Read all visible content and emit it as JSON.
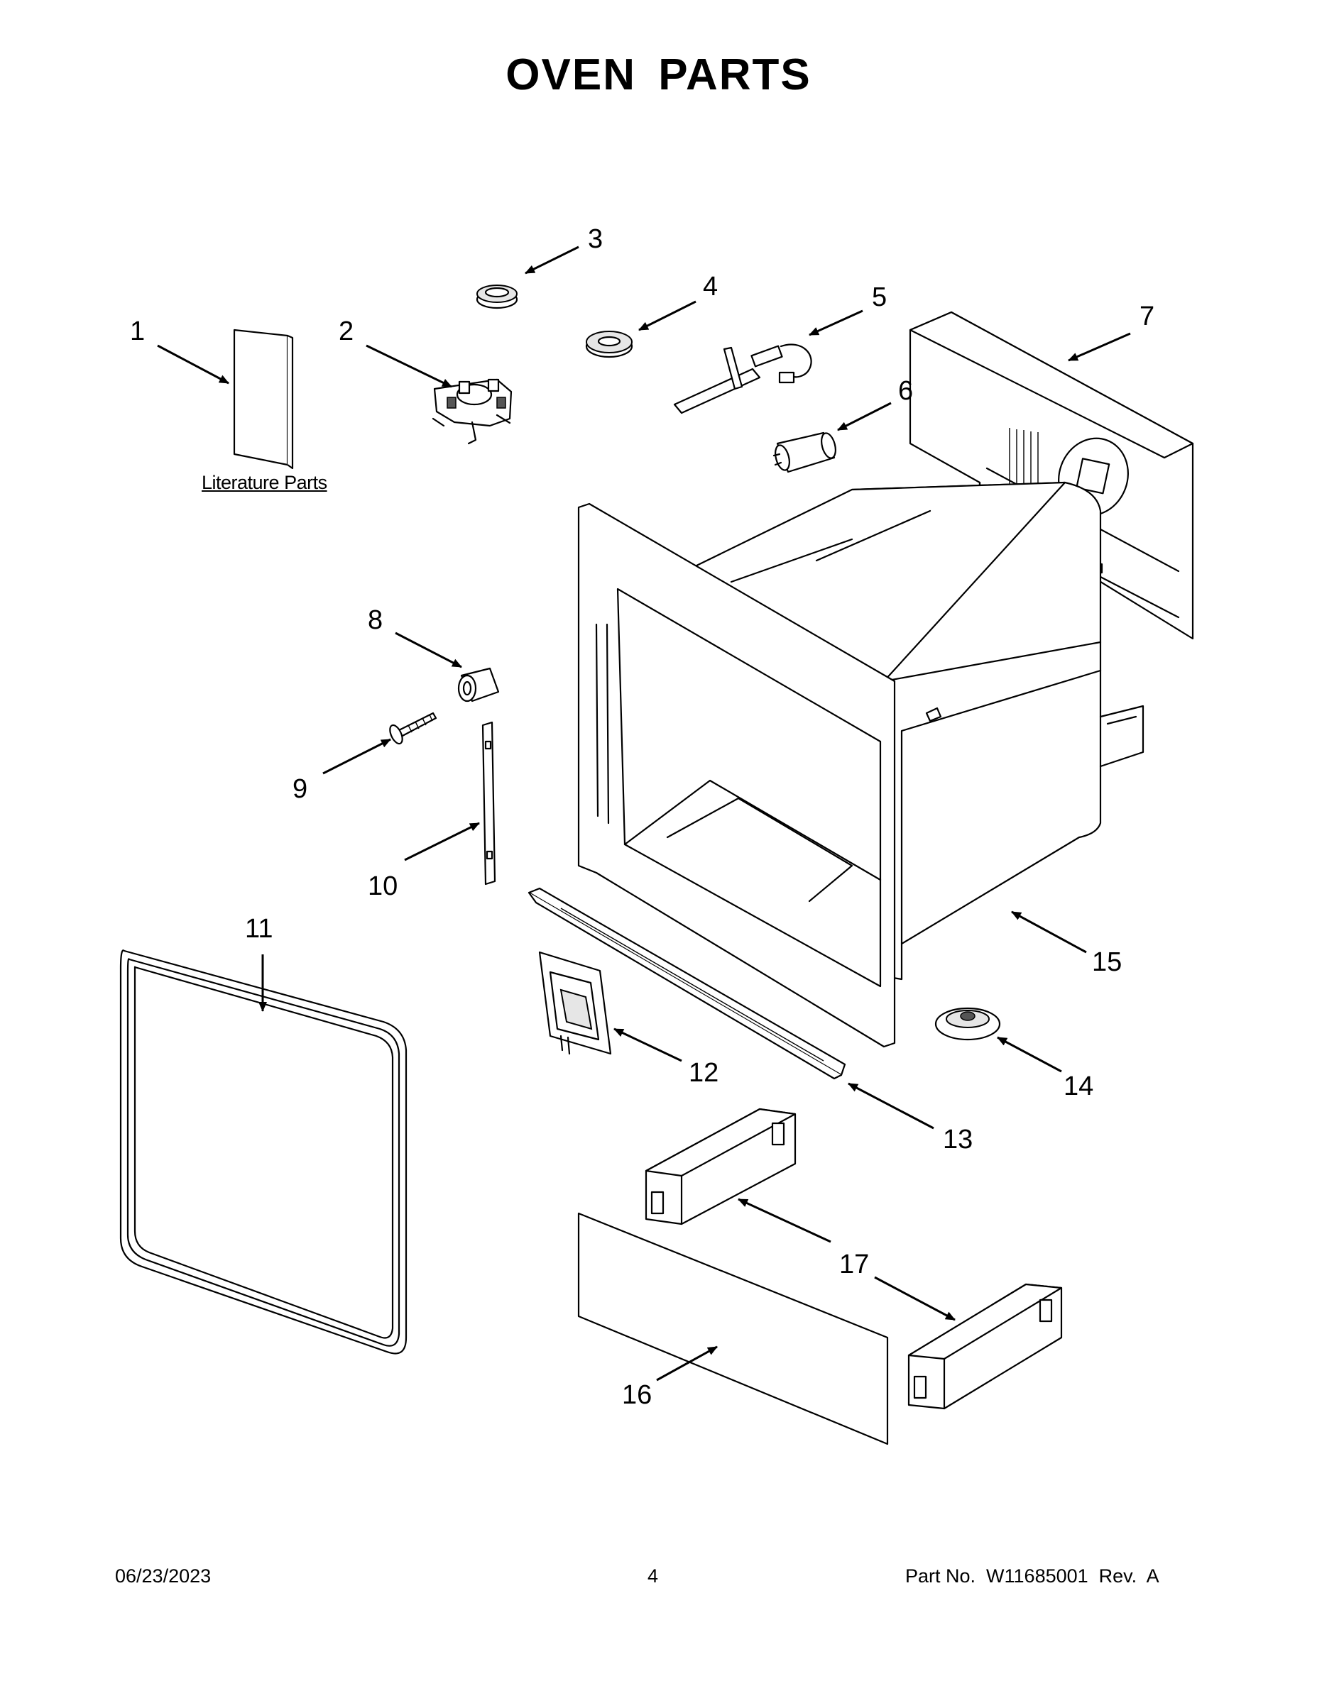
{
  "title": "OVEN PARTS",
  "literature_label": "Literature Parts",
  "callouts": [
    "1",
    "2",
    "3",
    "4",
    "5",
    "6",
    "7",
    "8",
    "9",
    "10",
    "11",
    "12",
    "13",
    "14",
    "15",
    "16",
    "17"
  ],
  "footer": {
    "date": "06/23/2023",
    "page": "4",
    "part_number": "Part No.  W11685001  Rev.  A"
  }
}
